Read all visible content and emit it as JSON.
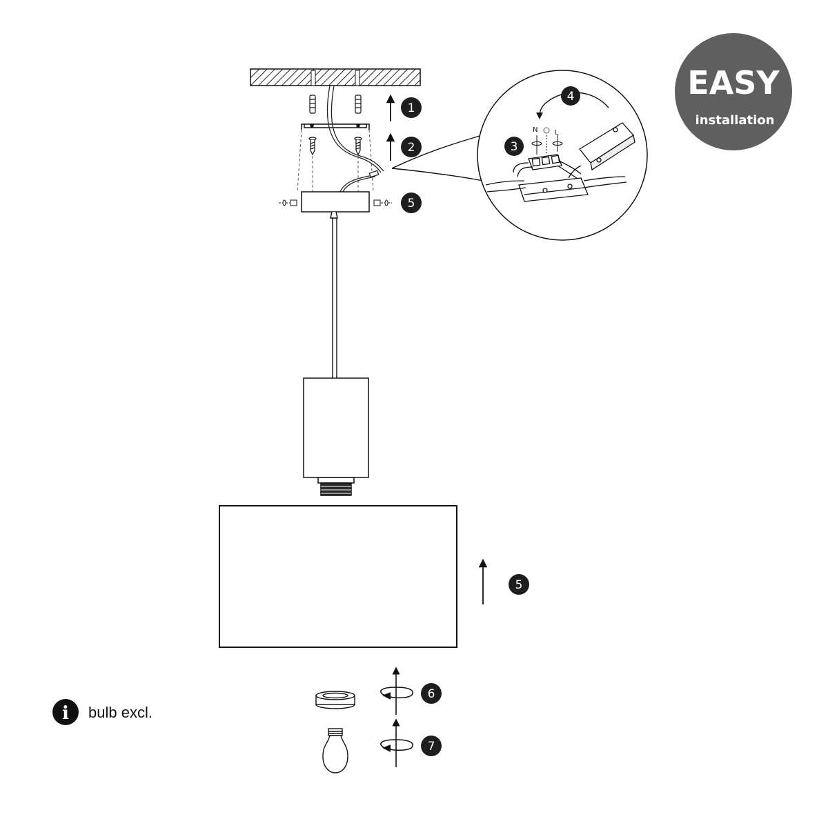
{
  "badge": {
    "title": "EASY",
    "subtitle": "installation",
    "color": "#5f5f5f"
  },
  "steps": {
    "step_1": "1",
    "step_2": "2",
    "step_3": "3",
    "step_4": "4",
    "step_5": "5",
    "step_6": "6",
    "step_7": "7"
  },
  "wiring": {
    "neutral": "N",
    "live": "L"
  },
  "note": {
    "text": "bulb excl.",
    "icon": "info-icon"
  },
  "colors": {
    "ink": "#1a1a1a",
    "marker": "#1e1e1e"
  }
}
